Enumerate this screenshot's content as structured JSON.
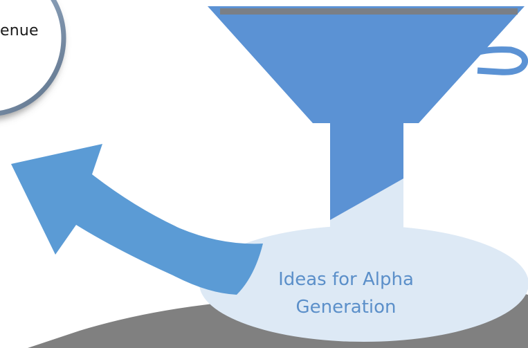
{
  "labels": {
    "circle_partial": "enue",
    "ideas_line1": "Ideas for Alpha",
    "ideas_line2": "Generation"
  },
  "colors": {
    "funnel": "#5b92d4",
    "funnel_rim": "#7a7f86",
    "arrow": "#5b9bd5",
    "ellipse": "#dde9f5",
    "ground": "#808080",
    "ideas_text": "#5b8fc9",
    "circle_ring": "#8fa5bf"
  },
  "icons": {
    "funnel": "funnel-icon",
    "arrow": "curved-arrow-icon"
  }
}
